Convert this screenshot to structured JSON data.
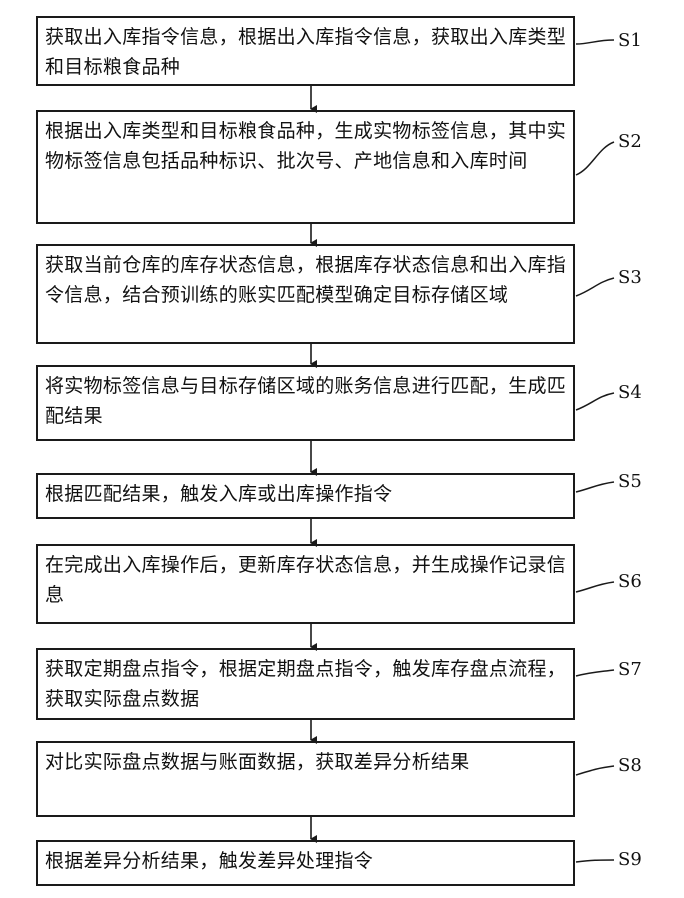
{
  "steps": [
    {
      "id": "S1",
      "label": "S1",
      "text": "获取出入库指令信息，根据出入库指令信息，获取出入库类型和目标粮食品种"
    },
    {
      "id": "S2",
      "label": "S2",
      "text": "根据出入库类型和目标粮食品种，生成实物标签信息，其中实物标签信息包括品种标识、批次号、产地信息和入库时间"
    },
    {
      "id": "S3",
      "label": "S3",
      "text": "获取当前仓库的库存状态信息，根据库存状态信息和出入库指令信息，结合预训练的账实匹配模型确定目标存储区域"
    },
    {
      "id": "S4",
      "label": "S4",
      "text": "将实物标签信息与目标存储区域的账务信息进行匹配，生成匹配结果"
    },
    {
      "id": "S5",
      "label": "S5",
      "text": "根据匹配结果，触发入库或出库操作指令"
    },
    {
      "id": "S6",
      "label": "S6",
      "text": "在完成出入库操作后，更新库存状态信息，并生成操作记录信息"
    },
    {
      "id": "S7",
      "label": "S7",
      "text": "获取定期盘点指令，根据定期盘点指令，触发库存盘点流程，获取实际盘点数据"
    },
    {
      "id": "S8",
      "label": "S8",
      "text": "对比实际盘点数据与账面数据，获取差异分析结果"
    },
    {
      "id": "S9",
      "label": "S9",
      "text": "根据差异分析结果，触发差异处理指令"
    }
  ],
  "colors": {
    "stroke": "#1a1a1a",
    "text": "#111111",
    "background": "#ffffff"
  }
}
